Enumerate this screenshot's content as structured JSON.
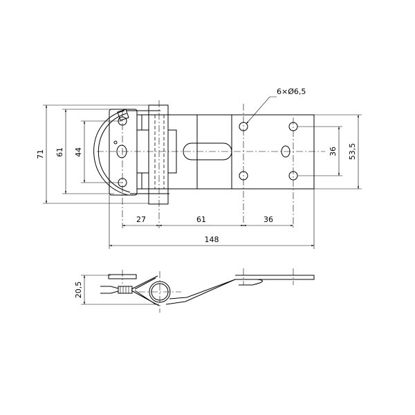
{
  "drawing": {
    "top_view": {
      "dims": {
        "overall_height": "71",
        "hole_span_outer": "61",
        "hole_span_inner": "44",
        "hole_span_right": "36",
        "plate_height": "53,5",
        "hinge_offset": "27",
        "center_spacing": "61",
        "hole_pitch": "36",
        "overall_length": "148"
      },
      "hole_note": "6×Ø6,5"
    },
    "side_view": {
      "dims": {
        "height": "20,5"
      }
    }
  }
}
